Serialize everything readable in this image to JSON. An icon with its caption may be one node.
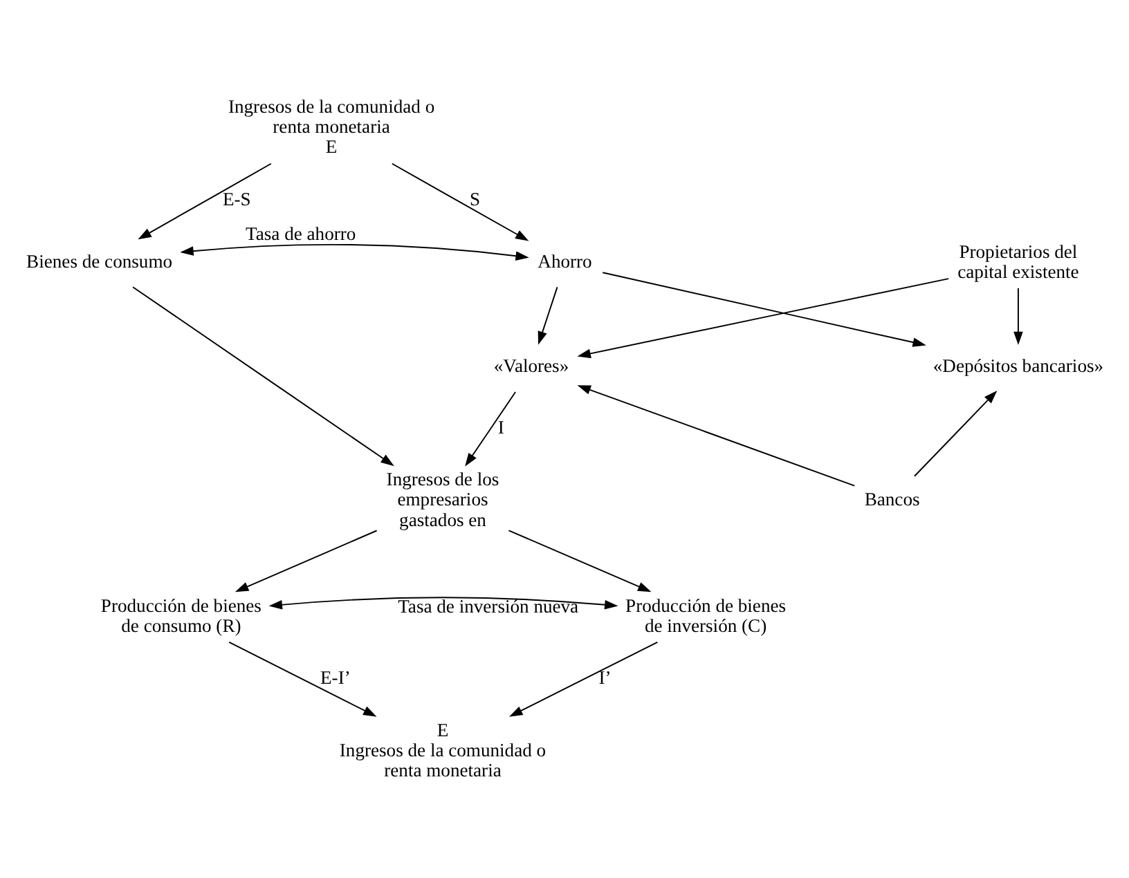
{
  "diagram": {
    "nodes": [
      {
        "text": [
          "Ingresos de la comunidad o renta monetaria",
          "E"
        ]
      },
      {
        "text": [
          "Bienes de consumo"
        ]
      },
      {
        "text": [
          "Ahorro"
        ]
      },
      {
        "text": [
          "Propietarios del capital existente"
        ]
      },
      {
        "text": [
          "«Valores»"
        ]
      },
      {
        "text": [
          "«Depósitos bancarios»"
        ]
      },
      {
        "text": [
          "Ingresos de los empresarios gastados en"
        ]
      },
      {
        "text": [
          "Bancos"
        ]
      },
      {
        "text": [
          "Producción de bienes de consumo (R)"
        ]
      },
      {
        "text": [
          "Producción de bienes de inversión (C)"
        ]
      },
      {
        "text": [
          "E",
          "Ingresos de la comunidad o renta monetaria"
        ]
      }
    ],
    "edges": [
      {
        "from": 0,
        "to": 1,
        "arrow": "to",
        "label": "E-S"
      },
      {
        "from": 0,
        "to": 2,
        "arrow": "to",
        "label": "S"
      },
      {
        "from": 1,
        "to": 2,
        "arrow": "both",
        "label": "Tasa de ahorro"
      },
      {
        "from": 2,
        "to": 4,
        "arrow": "to"
      },
      {
        "from": 2,
        "to": 5,
        "arrow": "to"
      },
      {
        "from": 3,
        "to": 4,
        "arrow": "to"
      },
      {
        "from": 3,
        "to": 5,
        "arrow": "to"
      },
      {
        "from": 1,
        "to": 6,
        "arrow": "to"
      },
      {
        "from": 4,
        "to": 6,
        "arrow": "to",
        "label": "I"
      },
      {
        "from": 7,
        "to": 4,
        "arrow": "to"
      },
      {
        "from": 7,
        "to": 5,
        "arrow": "to"
      },
      {
        "from": 6,
        "to": 8,
        "arrow": "to"
      },
      {
        "from": 6,
        "to": 9,
        "arrow": "to"
      },
      {
        "from": 8,
        "to": 9,
        "arrow": "both",
        "label": "Tasa de inversión nueva"
      },
      {
        "from": 8,
        "to": 10,
        "arrow": "to",
        "label": "E-I’"
      },
      {
        "from": 9,
        "to": 10,
        "arrow": "to",
        "label": "I’"
      }
    ]
  }
}
